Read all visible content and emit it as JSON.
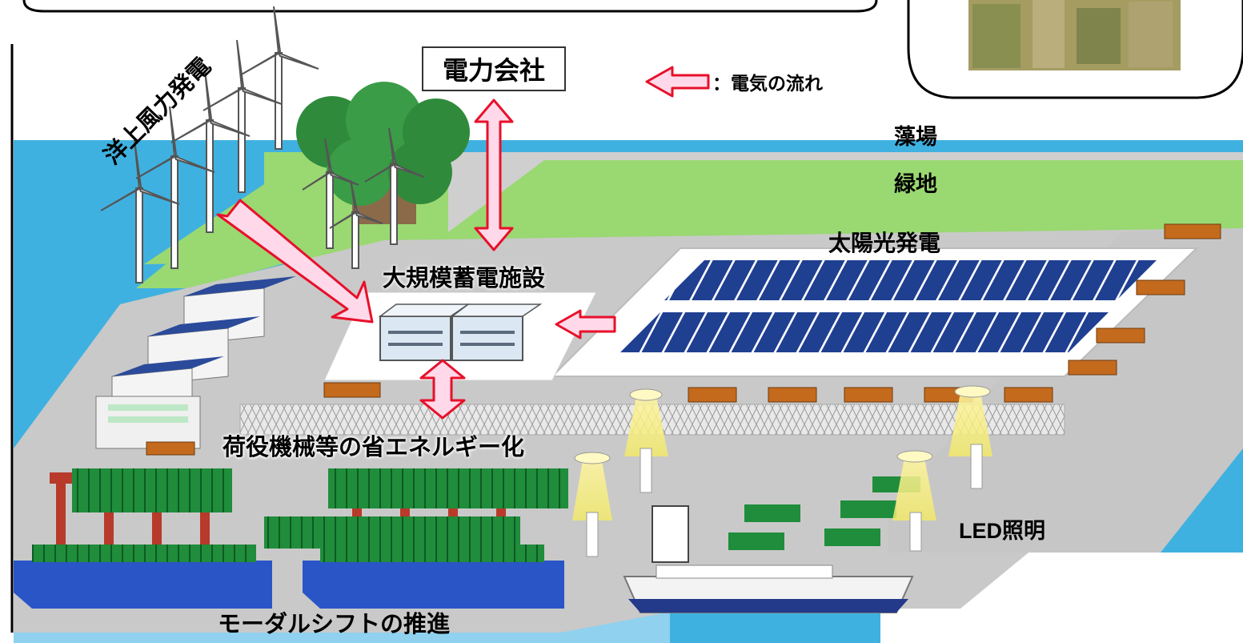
{
  "labels": {
    "offshore_wind": "洋上風力発電",
    "power_company": "電力会社",
    "legend_electric_flow": "：電気の流れ",
    "seaweed_bed": "藻場",
    "green_space": "緑地",
    "solar_power": "太陽光発電",
    "storage_facility": "大規模蓄電施設",
    "cargo_handling_saving": "荷役機械等の省エネルギー化",
    "led_lighting": "LED照明",
    "modal_shift": "モーダルシフトの推進"
  },
  "colors": {
    "sea": "#3fb1e0",
    "green_land": "#9ad872",
    "pavement": "#c9c9c9",
    "flow_arrow_fill": "#ffd9ea",
    "flow_arrow_stroke": "#e8102a",
    "solar_panel": "#1f3f91",
    "container_green": "#1f8d3b",
    "truck_orange": "#c46a1c",
    "crane_red": "#b83a2a",
    "ship_blue": "#2a55c7"
  }
}
